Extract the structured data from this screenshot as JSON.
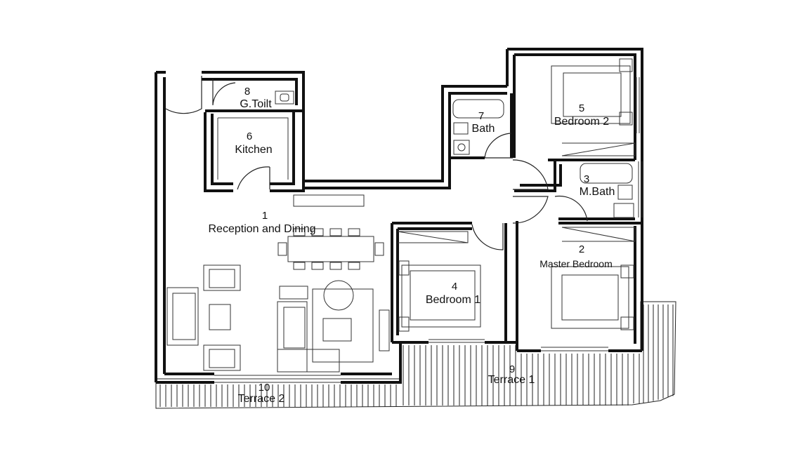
{
  "colors": {
    "wall": "#111111",
    "line": "#222222",
    "background": "#ffffff"
  },
  "rooms": [
    {
      "id": "reception",
      "number": "1",
      "name": "Reception and Dining"
    },
    {
      "id": "master_bedroom",
      "number": "2",
      "name": "Master Bedroom"
    },
    {
      "id": "master_bath",
      "number": "3",
      "name": "M.Bath"
    },
    {
      "id": "bedroom_1",
      "number": "4",
      "name": "Bedroom 1"
    },
    {
      "id": "bedroom_2",
      "number": "5",
      "name": "Bedroom 2"
    },
    {
      "id": "kitchen",
      "number": "6",
      "name": "Kitchen"
    },
    {
      "id": "bath",
      "number": "7",
      "name": "Bath"
    },
    {
      "id": "guest_toilet",
      "number": "8",
      "name": "G.Toilt"
    },
    {
      "id": "terrace_1",
      "number": "9",
      "name": "Terrace 1"
    },
    {
      "id": "terrace_2",
      "number": "10",
      "name": "Terrace 2"
    }
  ]
}
